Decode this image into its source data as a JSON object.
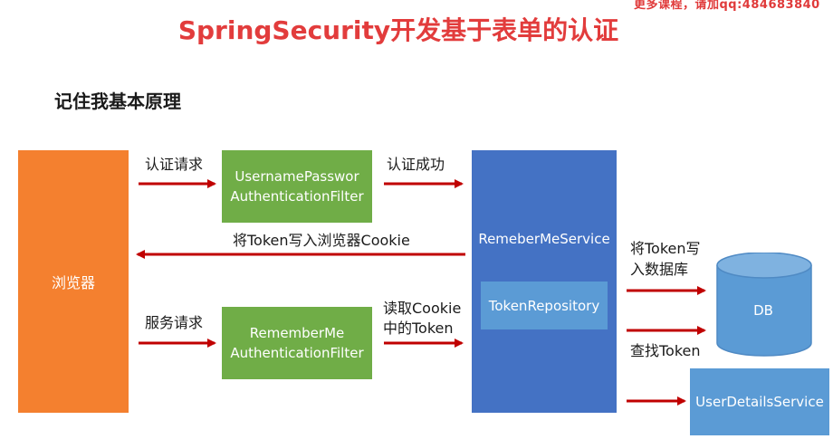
{
  "watermark": "更多课程，请加qq:484683840",
  "title": "SpringSecurity开发基于表单的认证",
  "subtitle": "记住我基本原理",
  "nodes": {
    "browser": "浏览器",
    "username_filter": "UsernamePasswor AuthenticationFilter",
    "rememberme_filter": "RememberMe AuthenticationFilter",
    "rememberme_service": "RemeberMeService",
    "token_repository": "TokenRepository",
    "db": "DB",
    "user_details_service": "UserDetailsService"
  },
  "edges": {
    "auth_request": "认证请求",
    "auth_success": "认证成功",
    "write_cookie": "将Token写入浏览器Cookie",
    "write_db_line1": "将Token写",
    "write_db_line2": "入数据库",
    "service_request": "服务请求",
    "read_cookie_line1": "读取Cookie",
    "read_cookie_line2": "中的Token",
    "find_token": "查找Token"
  },
  "colors": {
    "arrow": "#c00000",
    "title": "#e23c3c",
    "browser": "#f4802f",
    "filter": "#70ad47",
    "service": "#4472c4",
    "storage": "#5b9bd5"
  }
}
